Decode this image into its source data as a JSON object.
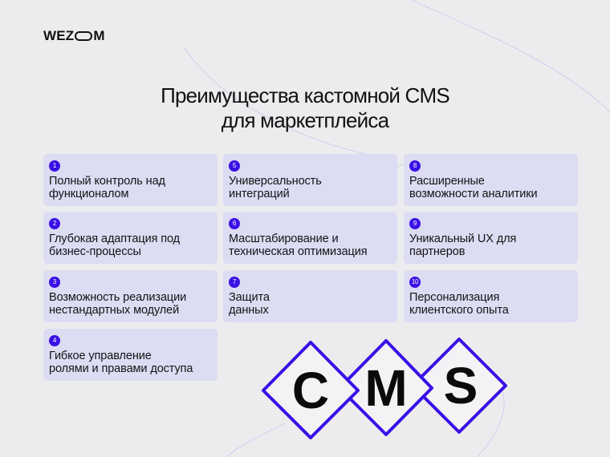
{
  "brand": {
    "logo_left": "WEZ",
    "logo_right": "M"
  },
  "header": {
    "title_line1": "Преимущества кастомной CMS",
    "title_line2": "для маркетплейса"
  },
  "cards": [
    {
      "number": "1",
      "line1": "Полный контроль над",
      "line2": "функционалом"
    },
    {
      "number": "2",
      "line1": "Глубокая адаптация под",
      "line2": "бизнес-процессы"
    },
    {
      "number": "3",
      "line1": "Возможность реализации",
      "line2": "нестандартных модулей"
    },
    {
      "number": "4",
      "line1": "Гибкое управление",
      "line2": "ролями и правами доступа"
    },
    {
      "number": "5",
      "line1": "Универсальность",
      "line2": "интеграций"
    },
    {
      "number": "6",
      "line1": "Масштабирование и",
      "line2": "техническая оптимизация"
    },
    {
      "number": "7",
      "line1": "Защита",
      "line2": "данных"
    },
    {
      "number": "8",
      "line1": "Расширенные",
      "line2": "возможности аналитики"
    },
    {
      "number": "9",
      "line1": "Уникальный UX для",
      "line2": "партнеров"
    },
    {
      "number": "10",
      "line1": "Персонализация",
      "line2": "клиентского опыта"
    }
  ],
  "graphic": {
    "letters": [
      "C",
      "M",
      "S"
    ],
    "icon": "cms-diamonds-icon"
  },
  "colors": {
    "background": "#ececee",
    "card": "#dcdcf3",
    "accent": "#3a10e5",
    "diamond_fill": "#f3f3f6",
    "text": "#111111",
    "deco_line": "#c9c6f2"
  }
}
